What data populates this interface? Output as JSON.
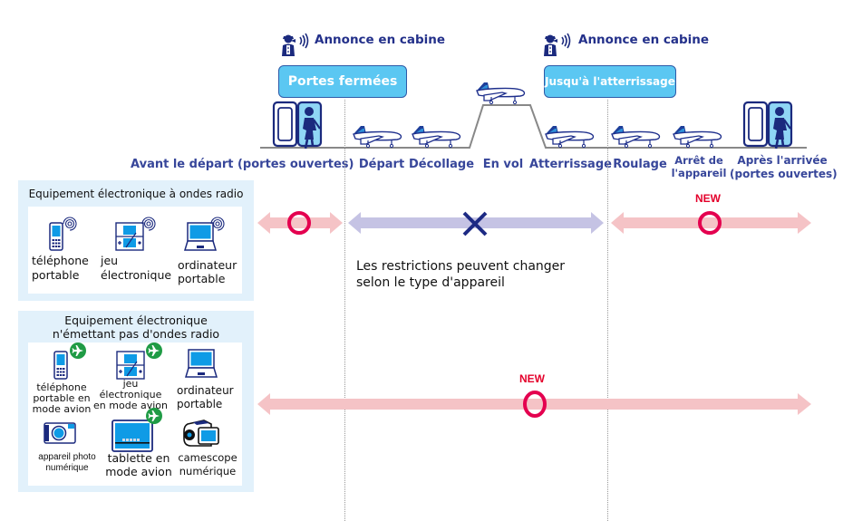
{
  "announcements": [
    {
      "label": "Annonce en cabine"
    },
    {
      "label": "Annonce en cabine"
    }
  ],
  "phase_boxes": [
    {
      "label": "Portes fermées"
    },
    {
      "label": "Jusqu'à l'atterrissage"
    }
  ],
  "phases": [
    {
      "label": "Avant le départ (portes ouvertes)"
    },
    {
      "label": "Départ"
    },
    {
      "label": "Décollage"
    },
    {
      "label": "En vol"
    },
    {
      "label": "Atterrissage"
    },
    {
      "label": "Roulage"
    },
    {
      "label_line1": "Arrêt de",
      "label_line2": "l'appareil"
    },
    {
      "label_line1": "Après l'arrivée",
      "label_line2": "(portes ouvertes)"
    }
  ],
  "categories": [
    {
      "title": "Equipement électronique à ondes radio",
      "devices": [
        {
          "icon": "mobile-phone-radio-icon",
          "line1": "téléphone",
          "line2": "portable"
        },
        {
          "icon": "game-console-radio-icon",
          "line1": "jeu",
          "line2": "électronique"
        },
        {
          "icon": "laptop-radio-icon",
          "line1": "ordinateur",
          "line2": "portable"
        }
      ],
      "rules": [
        {
          "segment": "Avant le départ",
          "status": "allowed",
          "symbol": "O",
          "color": "#e4004f",
          "new": false
        },
        {
          "segment": "Départ à Atterrissage",
          "status": "prohibited",
          "symbol": "X",
          "color": "#1d2a84",
          "new": false
        },
        {
          "segment": "Roulage à Après l'arrivée",
          "status": "allowed",
          "symbol": "O",
          "color": "#e4004f",
          "new": true
        }
      ],
      "note_line1": "Les restrictions peuvent changer",
      "note_line2": "selon le type d'appareil"
    },
    {
      "title_line1": "Equipement électronique",
      "title_line2": "n'émettant pas d'ondes radio",
      "devices": [
        {
          "icon": "mobile-phone-airplane-mode-icon",
          "line1": "téléphone",
          "line2": "portable en",
          "line3": "mode avion"
        },
        {
          "icon": "game-console-airplane-mode-icon",
          "line1": "jeu",
          "line2": "électronique",
          "line3": "en mode avion"
        },
        {
          "icon": "laptop-icon",
          "line1": "ordinateur",
          "line2": "portable"
        },
        {
          "icon": "digital-camera-icon",
          "line1": "appareil photo",
          "line2": "numérique"
        },
        {
          "icon": "tablet-airplane-mode-icon",
          "line1": "tablette en",
          "line2": "mode avion"
        },
        {
          "icon": "camcorder-icon",
          "line1": "camescope",
          "line2": "numérique"
        }
      ],
      "rules": [
        {
          "segment": "Toutes les phases",
          "status": "allowed",
          "symbol": "O",
          "color": "#e4004f",
          "new": true
        }
      ]
    }
  ],
  "new_label": "NEW",
  "colors": {
    "allowed_arrow": "#f5c3c6",
    "prohibited_arrow": "#c5c3e4",
    "allowed_mark": "#e4004f",
    "prohibited_mark": "#1d2a84",
    "box_fill": "#5bc7f2",
    "navy": "#2b3990"
  }
}
